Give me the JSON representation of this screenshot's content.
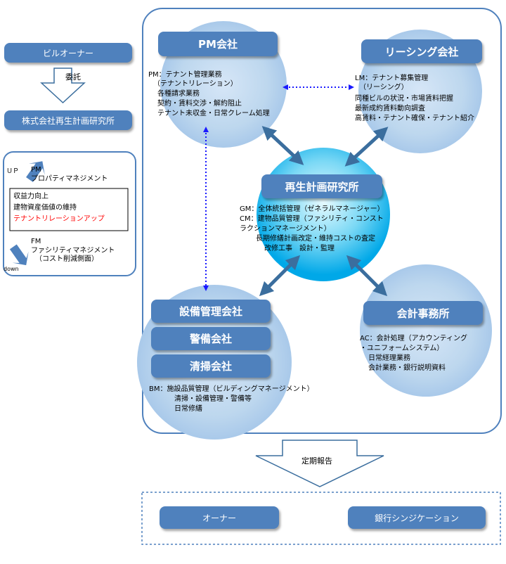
{
  "colors": {
    "box": "#4f81bd",
    "circle": "#bdd7ee",
    "center": "#00b0f0",
    "arrow": "#3b6e9e",
    "link": "#1a1aff"
  },
  "left": {
    "owner": "ビルオーナー",
    "entrust": "委託",
    "company": "株式会社再生計画研究所",
    "up_label": "ＵＰ",
    "pm_title": "PM",
    "pm_sub": "プロパティマネジメント",
    "box_lines": [
      "収益力向上",
      "建物資産価値の維持"
    ],
    "box_red": "テナントリレーションアップ",
    "fm_title": "FM",
    "fm_sub": "ファシリティマネジメント",
    "fm_sub2": "（コスト削減側面）",
    "down_label": "down"
  },
  "pm": {
    "title": "PM会社",
    "lines": [
      "PM：テナント管理業務",
      "（テナントリレーション）",
      "各種請求業務",
      "契約・賃料交渉・解約阻止",
      "テナント未収金・日常クレーム処理"
    ]
  },
  "leasing": {
    "title": "リーシング会社",
    "lines": [
      "LM：テナント募集管理",
      "（リーシング）",
      "同種ビルの状況・市場賃料把握",
      "最新成約賃料動向調査",
      "高賃料・テナント確保・テナント紹介"
    ]
  },
  "center": {
    "title": "再生計画研究所",
    "lines": [
      "GM：全体統括管理（ゼネラルマネージャー）",
      "CM：建物品質管理（ファシリティ・コンスト",
      "ラクションマネージメント）",
      "長期修繕計画改定・維持コストの査定",
      "改修工事　設計・監理"
    ]
  },
  "bm": {
    "titles": [
      "設備管理会社",
      "警備会社",
      "清掃会社"
    ],
    "lines": [
      "BM：施設品質管理（ビルディングマネージメント）",
      "清掃・設備管理・警備等",
      "日常修繕"
    ]
  },
  "ac": {
    "title": "会計事務所",
    "lines": [
      "AC：会計処理（アカウンティング",
      "・ユニフォームシステム）",
      "日常経理業務",
      "会計業務・銀行説明資料"
    ]
  },
  "report": "定期報告",
  "bottom": {
    "owner": "オーナー",
    "bank": "銀行シンジケーション"
  }
}
